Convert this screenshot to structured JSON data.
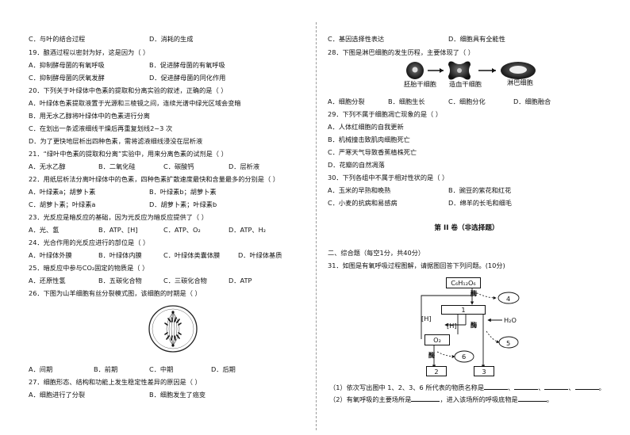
{
  "left": {
    "lines": [
      {
        "id": "q18c",
        "a": "C．与叶的结合过程",
        "b": "D．消耗的生成"
      },
      {
        "id": "q19",
        "text": "19．酿酒过程以密封为好，这是因为（     ）"
      },
      {
        "id": "q19a",
        "a": "A．抑制酵母菌的有氧呼吸",
        "b": "B．促进酵母菌的有氧呼吸"
      },
      {
        "id": "q19c",
        "a": "C．抑制酵母菌的厌氧发酵",
        "b": "D．促进酵母菌的同化作用"
      },
      {
        "id": "q20",
        "text": "20．下列关于叶绿体中色素的提取和分离实验的叙述，正确的是（     ）"
      },
      {
        "id": "q20a",
        "text": "A．叶绿体色素提取液置于光源和三棱镜之间，连续光谱中绿光区域会变暗"
      },
      {
        "id": "q20b",
        "text": "B．用无水乙醇将叶绿体中的色素进行分离"
      },
      {
        "id": "q20c",
        "text": "C．在划出一条滤液细线干燥后再重复划线2~3 次"
      },
      {
        "id": "q20d",
        "text": "D．为了更快地层析出四种色素，需将滤液细线浸没在层析液"
      },
      {
        "id": "q21",
        "text": "21．“绿叶中色素的提取和分离”实验中，用来分离色素的试剂是（     ）"
      },
      {
        "id": "q21o",
        "opts": [
          "A．无水乙醇",
          "B．二氧化硅",
          "C．碳酸钙",
          "D．层析液"
        ]
      },
      {
        "id": "q22",
        "text": "22．用纸层析法分离叶绿体中的色素，四种色素扩散速度最快和含量最多的分别是（     ）"
      },
      {
        "id": "q22a",
        "a": "A．叶绿素a；胡萝卜素",
        "b": "B．叶绿素b；胡萝卜素"
      },
      {
        "id": "q22c",
        "a": "C．胡萝卜素；叶绿素a",
        "b": "D．胡萝卜素；叶绿素b"
      },
      {
        "id": "q23",
        "text": "23．光反应是暗反应的基础，因为光反应为暗反应提供了（     ）"
      },
      {
        "id": "q23o",
        "opts": [
          "A．光、氢",
          "B．ATP、[H]",
          "C．ATP、O₂",
          "D．ATP、H₂"
        ]
      },
      {
        "id": "q24",
        "text": "24．光合作用的光反应进行的部位是（     ）"
      },
      {
        "id": "q24o",
        "opts": [
          "A．叶绿体外膜",
          "B．叶绿体内膜",
          "C．叶绿体类囊体膜",
          "D．叶绿体基质"
        ]
      },
      {
        "id": "q25",
        "text": "25．暗反应中参与CO₂固定的物质是（     ）"
      },
      {
        "id": "q25o",
        "opts": [
          "A．还原性氢",
          "B．五碳化合物",
          "C．三碳化合物",
          "D．ATP"
        ]
      },
      {
        "id": "q26",
        "text": "26．下图为山羊细胞有丝分裂模式图，该细胞的时期是（     ）"
      },
      {
        "id": "q26o",
        "opts": [
          "A．间期",
          "B．前期",
          "C．中期",
          "D．后期"
        ]
      },
      {
        "id": "q27",
        "text": "27．细胞形态、结构和功能上发生稳定性差异的原因是（     ）"
      },
      {
        "id": "q27a",
        "a": "A．细胞进行了分裂",
        "b": "B．细胞发生了癌变"
      }
    ]
  },
  "right": {
    "lines": [
      {
        "id": "q27c",
        "a": "C．基因选择性表达",
        "b": "D．细胞具有全能性"
      },
      {
        "id": "q28",
        "text": "28．下图是淋巴细胞的发生历程，主要体现了（     ）"
      },
      {
        "id": "q28o",
        "opts": [
          "A．细胞分裂",
          "B．细胞生长",
          "C．细胞分化",
          "D．细胞融合"
        ]
      },
      {
        "id": "q29",
        "text": "29．下列不属于细胞凋亡现象的是（     ）"
      },
      {
        "id": "q29a",
        "text": "A．人体红细胞的自我更新"
      },
      {
        "id": "q29b",
        "text": "B．机械撞击致肌肉细胞死亡"
      },
      {
        "id": "q29c",
        "text": "C．严寒天气导致香蕉植株死亡"
      },
      {
        "id": "q29d",
        "text": "D．花瓣的自然凋落"
      },
      {
        "id": "q30",
        "text": "30．下列各组中不属于相对性状的是（     ）"
      },
      {
        "id": "q30a",
        "a": "A．玉米的早熟和晚熟",
        "b": "B．豌豆的紫花和红花"
      },
      {
        "id": "q30c",
        "a": "C．小麦的抗病和易感病",
        "b": "D．绵羊的长毛和细毛"
      },
      {
        "id": "sec2",
        "text": "第 II 卷（非选择题）"
      },
      {
        "id": "part2",
        "text": "二、综合题（每空1分，共40分）"
      },
      {
        "id": "q31",
        "text": "31．如图是有氧呼吸过程图解，请据图回答下列问题。(10分)"
      },
      {
        "id": "q31s1",
        "text": "（1）依次写出图中 1、2、3、6 所代表的物质名称是"
      },
      {
        "id": "q31s2a",
        "text": "（2）有氧呼吸的主要场所是"
      },
      {
        "id": "q31s2b",
        "text": "，进入该场所的呼吸底物是"
      }
    ],
    "q28_labels": [
      "胚胎干细胞",
      "造血干细胞",
      "淋巴细胞"
    ],
    "diagram": {
      "top": "C₆H₁₂O₆",
      "enzyme": "酶",
      "box1": "1",
      "box2": "2",
      "box3": "3",
      "o2": "O₂",
      "h1": "[H]",
      "h2": "[H]",
      "h2o": "H₂O",
      "c4": "4",
      "c5": "5",
      "c6": "6"
    }
  }
}
